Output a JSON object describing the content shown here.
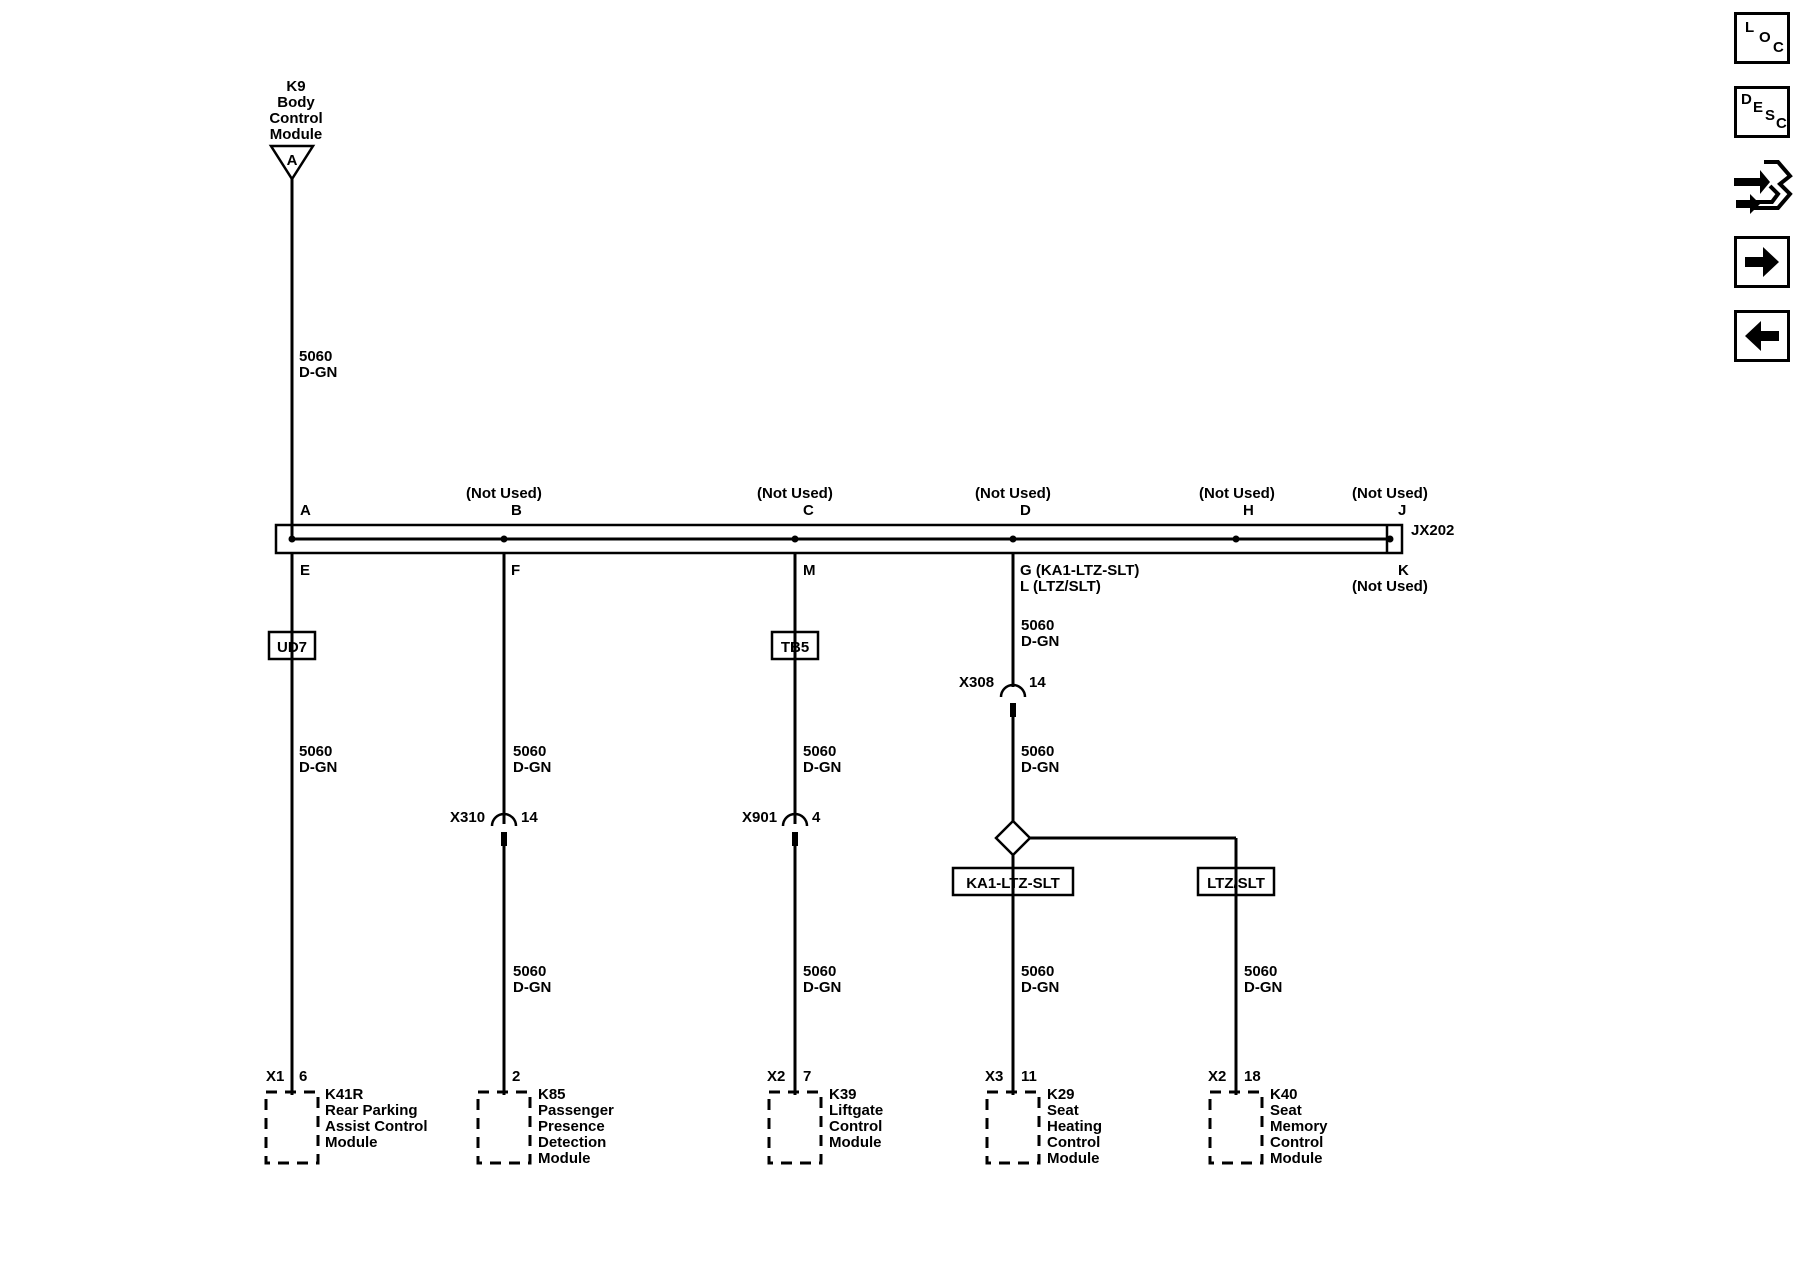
{
  "top_module": {
    "id": "K9",
    "lines": [
      "Body",
      "Control",
      "Module"
    ],
    "pin": "A"
  },
  "circuit": "5060",
  "color": "D-GN",
  "not_used": "(Not Used)",
  "connector": "JX202",
  "top_pins": {
    "a": "A",
    "b": "B",
    "c": "C",
    "d": "D",
    "h": "H",
    "j": "J"
  },
  "bottom_pins": {
    "e": "E",
    "f": "F",
    "m": "M",
    "g": "G (KA1-LTZ-SLT)",
    "l": "L (LTZ/SLT)",
    "k": "K"
  },
  "options": {
    "ud7": "UD7",
    "tb5": "TB5",
    "ka1": "KA1-LTZ-SLT",
    "ltz": "LTZ/SLT"
  },
  "inline_connectors": {
    "x308": {
      "name": "X308",
      "pin": "14"
    },
    "x310": {
      "name": "X310",
      "pin": "14"
    },
    "x901": {
      "name": "X901",
      "pin": "4"
    }
  },
  "modules": [
    {
      "conn": "X1",
      "pin": "6",
      "id": "K41R",
      "lines": [
        "Rear Parking",
        "Assist Control",
        "Module"
      ]
    },
    {
      "conn": "",
      "pin": "2",
      "id": "K85",
      "lines": [
        "Passenger",
        "Presence",
        "Detection",
        "Module"
      ]
    },
    {
      "conn": "X2",
      "pin": "7",
      "id": "K39",
      "lines": [
        "Liftgate",
        "Control",
        "Module"
      ]
    },
    {
      "conn": "X3",
      "pin": "11",
      "id": "K29",
      "lines": [
        "Seat",
        "Heating",
        "Control",
        "Module"
      ]
    },
    {
      "conn": "X2",
      "pin": "18",
      "id": "K40",
      "lines": [
        "Seat",
        "Memory",
        "Control",
        "Module"
      ]
    }
  ],
  "nav": {
    "loc": [
      "L",
      "O",
      "C"
    ],
    "desc": [
      "D",
      "E",
      "S",
      "C"
    ],
    "icons": [
      "loc-icon",
      "desc-icon",
      "connector-view-icon",
      "arrow-right-icon",
      "arrow-left-icon"
    ]
  }
}
